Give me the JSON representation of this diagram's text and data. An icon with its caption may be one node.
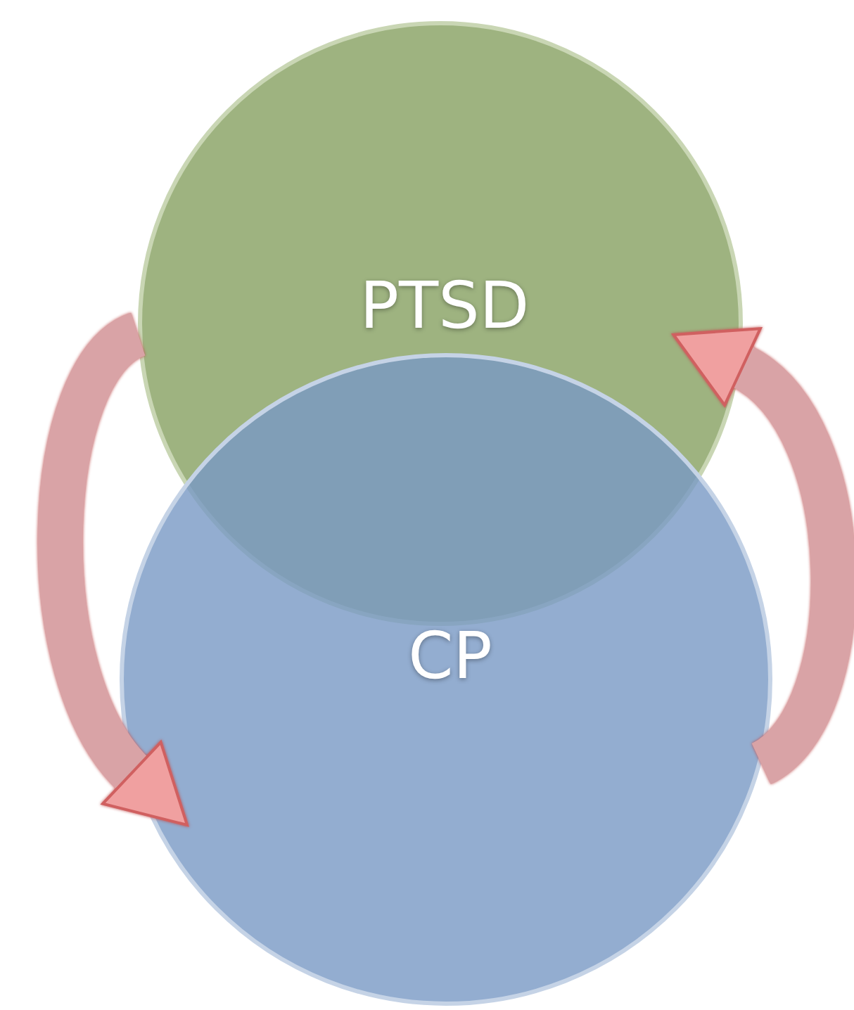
{
  "diagram": {
    "nodes": [
      {
        "text": [
          "PTSD"
        ]
      },
      {
        "text": [
          "CP"
        ]
      }
    ],
    "edges": [
      {
        "from": 0,
        "to": 1,
        "arrow": "to"
      },
      {
        "from": 1,
        "to": 0,
        "arrow": "to"
      }
    ]
  }
}
